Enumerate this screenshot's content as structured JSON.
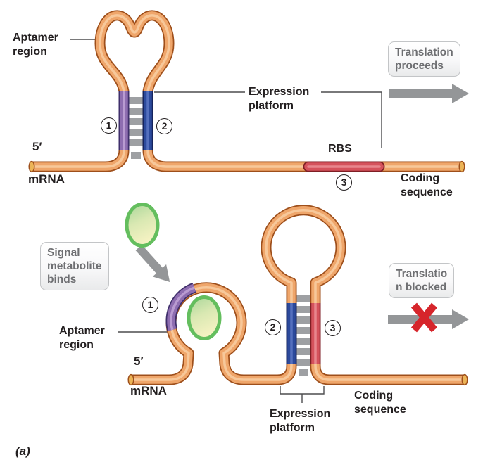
{
  "figure_label": "(a)",
  "panel_top": {
    "aptamer_label": {
      "lines": [
        "Aptamer",
        "region"
      ]
    },
    "expression_label": {
      "lines": [
        "Expression",
        "platform"
      ]
    },
    "rbs_label": "RBS",
    "coding_label": {
      "lines": [
        "Coding",
        "sequence"
      ]
    },
    "five_prime": "5′",
    "mrna": "mRNA",
    "steps": {
      "s1": "1",
      "s2": "2",
      "s3": "3"
    },
    "status_box": {
      "lines": [
        "Translation",
        "proceeds"
      ]
    }
  },
  "panel_bottom": {
    "signal_box": {
      "lines": [
        "Signal",
        "metabolite",
        "binds"
      ]
    },
    "aptamer_label": {
      "lines": [
        "Aptamer",
        "region"
      ]
    },
    "expression_label": {
      "lines": [
        "Expression",
        "platform"
      ]
    },
    "coding_label": {
      "lines": [
        "Coding",
        "sequence"
      ]
    },
    "five_prime": "5′",
    "mrna": "mRNA",
    "steps": {
      "s1": "1",
      "s2": "2",
      "s3": "3"
    },
    "status_box": {
      "lines": [
        "Translatio",
        "n blocked"
      ]
    }
  },
  "colors": {
    "mrna_tube": "#EFA66B",
    "mrna_tube_outline": "#9E4F1B",
    "mrna_tube_highlight": "#F8CEA2",
    "aptamer_segment_purple": "#8E6DB0",
    "platform_segment_blue": "#2C4A9C",
    "rbs_segment_red": "#D5525C",
    "base_pair_gray": "#9EA0A3",
    "arrow_gray": "#949698",
    "blocked_x_red": "#D6252B",
    "metabolite_green_border": "#64BE5E",
    "metabolite_fill_light": "#F5F2C2",
    "box_text_gray": "#6E6F72",
    "label_black": "#231F20"
  }
}
